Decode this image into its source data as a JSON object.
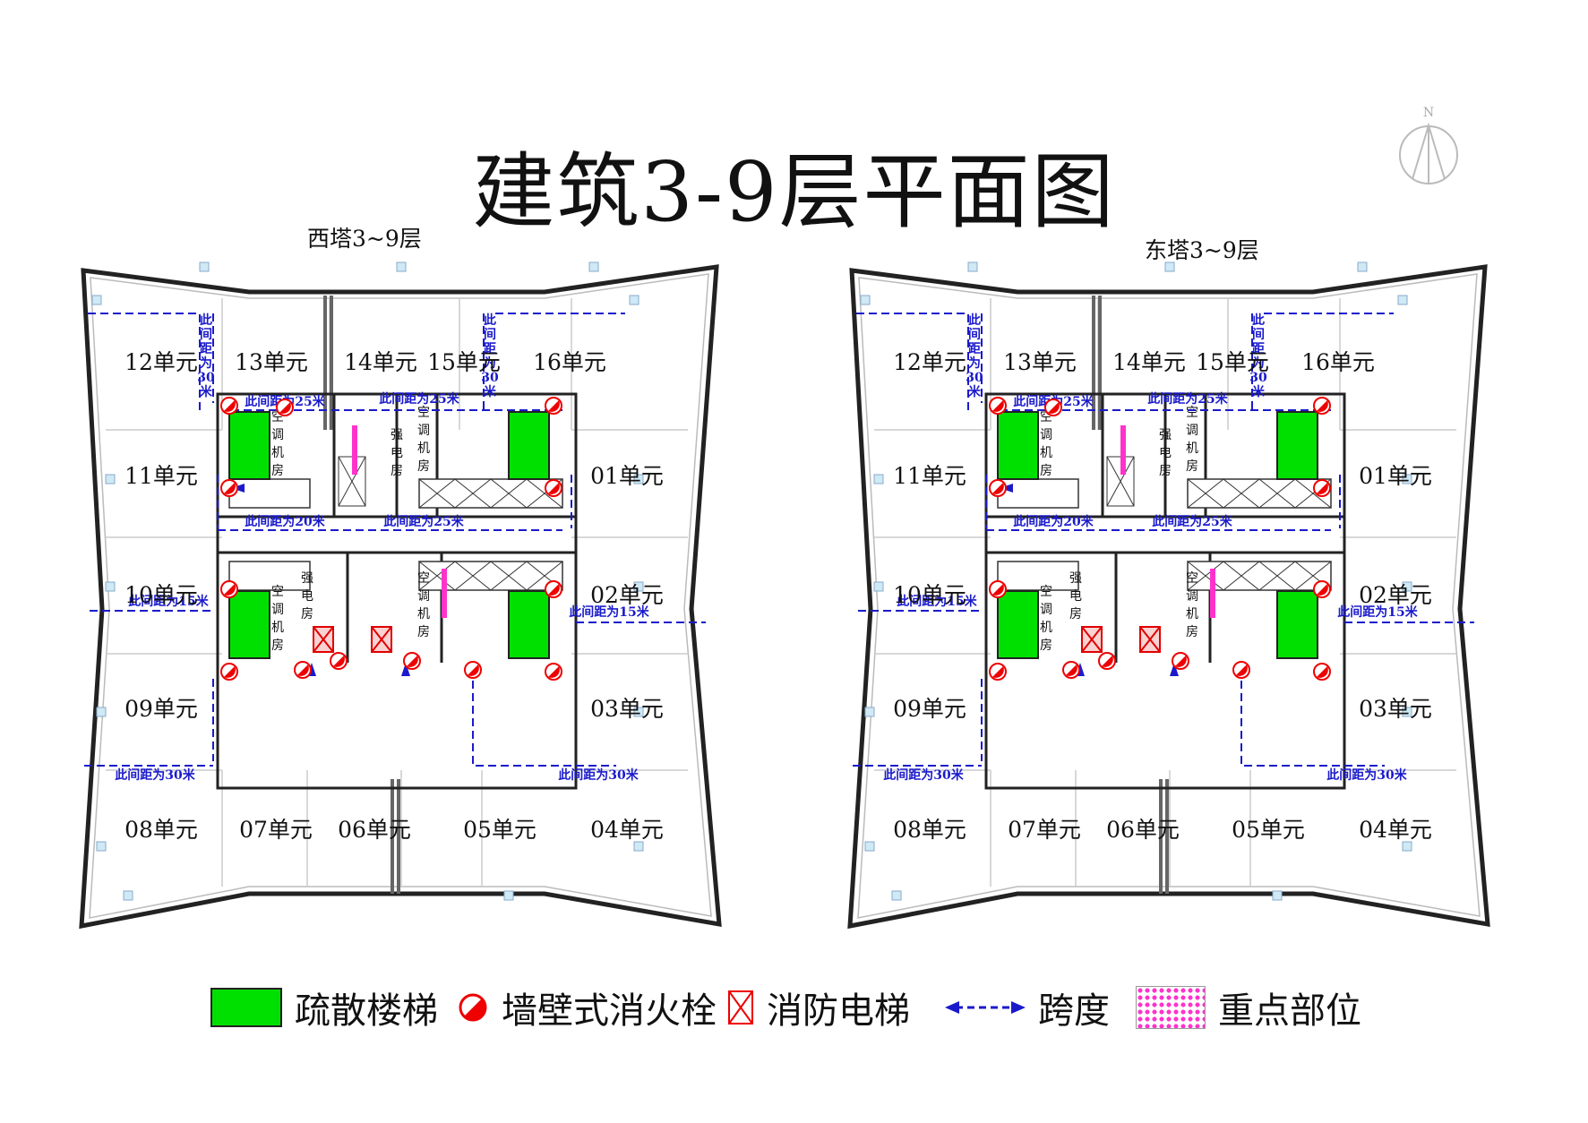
{
  "title": "建筑3-9层平面图",
  "compass": {
    "north_letter": "N"
  },
  "towers": [
    {
      "label": "西塔3~9层"
    },
    {
      "label": "东塔3~9层"
    }
  ],
  "units": [
    "12单元",
    "13单元",
    "14单元",
    "15单元",
    "16单元",
    "11单元",
    "01单元",
    "10单元",
    "02单元",
    "09单元",
    "03单元",
    "08单元",
    "07单元",
    "06单元",
    "05单元",
    "04单元"
  ],
  "rooms": {
    "ac_room": [
      "空",
      "调",
      "机",
      "房"
    ],
    "power_room": [
      "强",
      "电",
      "房"
    ]
  },
  "spans": {
    "s30": "此间距为30米",
    "s25": "此间距为25米",
    "s20": "此间距为20米",
    "s15": "此间距为15米",
    "v30": [
      "此",
      "间",
      "距",
      "为",
      "30",
      "米"
    ]
  },
  "legend": [
    {
      "label": "疏散楼梯",
      "icon": "stair-swatch"
    },
    {
      "label": "墙壁式消火栓",
      "icon": "hydrant-icon"
    },
    {
      "label": "消防电梯",
      "icon": "fire-elevator-icon"
    },
    {
      "label": "跨度",
      "icon": "span-arrow-icon"
    },
    {
      "label": "重点部位",
      "icon": "key-area-pattern"
    }
  ],
  "colors": {
    "stair": "#00e000",
    "hydrant": "#ff0000",
    "span": "#1a1acc",
    "key_area": "#ff33cc",
    "wall": "#222222"
  }
}
